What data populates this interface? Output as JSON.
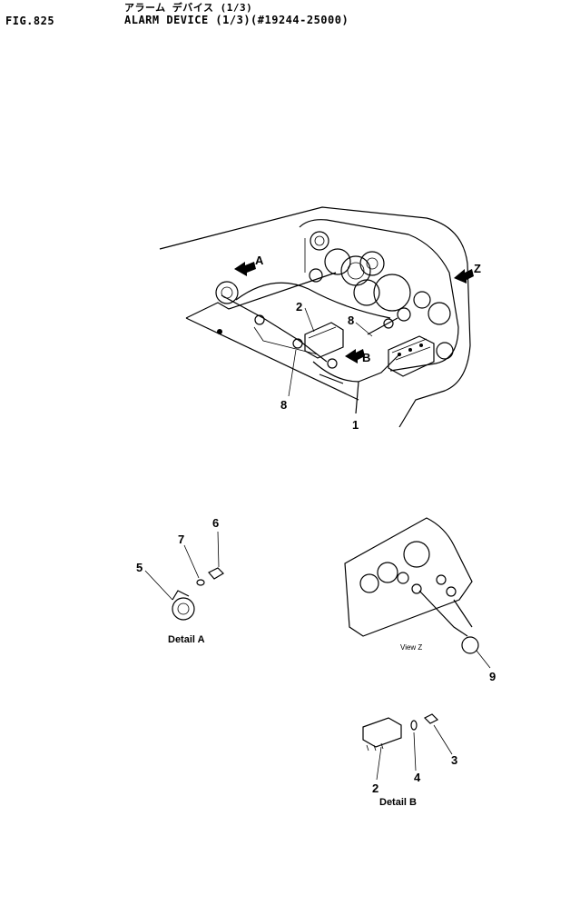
{
  "header": {
    "fig_id": "FIG.825",
    "title_jp": "アラーム デバイス (1/3)",
    "title_en": "ALARM DEVICE (1/3)(#19244-25000)"
  },
  "callouts": {
    "p1": "1",
    "p2_main": "2",
    "p8_upper": "8",
    "p8_lower": "8",
    "arrow_a": "A",
    "arrow_b": "B",
    "arrow_z": "Z",
    "p5": "5",
    "p6": "6",
    "p7": "7",
    "p9": "9",
    "p2_detail": "2",
    "p3": "3",
    "p4": "4"
  },
  "captions": {
    "detail_a": "Detail A",
    "view_z": "View Z",
    "detail_b": "Detail B"
  }
}
